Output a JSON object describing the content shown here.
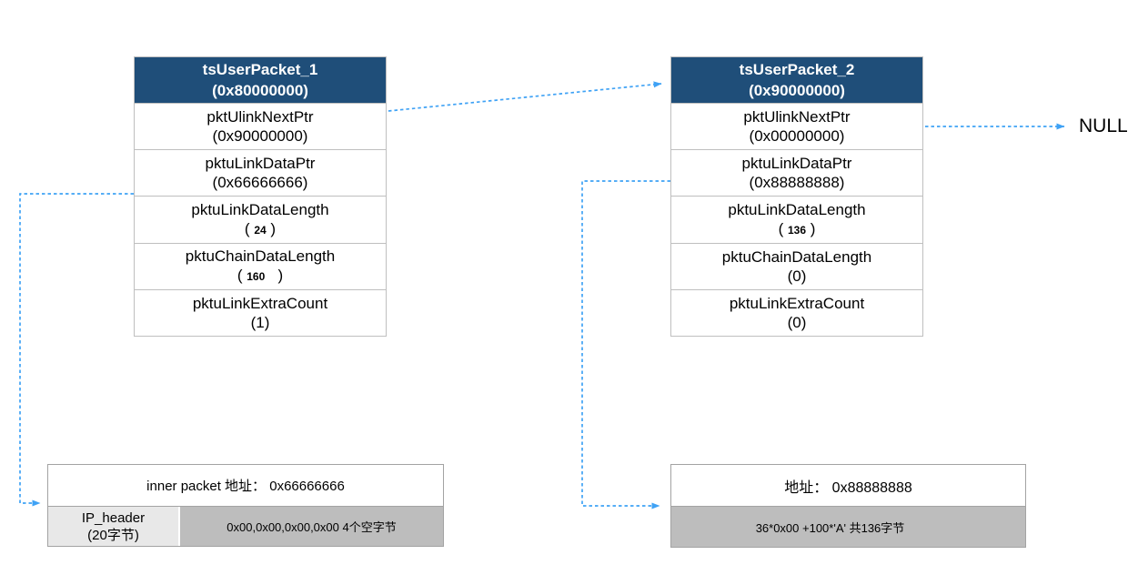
{
  "diagram": {
    "packets": [
      {
        "title_line1": "tsUserPacket_1",
        "title_line2": "(0x80000000)",
        "rows": [
          {
            "label": "pktUlinkNextPtr",
            "value": "(0x90000000)"
          },
          {
            "label": "pktuLinkDataPtr",
            "value": "(0x66666666)"
          },
          {
            "label": "pktuLinkDataLength",
            "pre": "( ",
            "num": "24",
            "post": " )"
          },
          {
            "label": "pktuChainDataLength",
            "pre": "( ",
            "num": "160",
            "post": "   )"
          },
          {
            "label": "pktuLinkExtraCount",
            "value": "(1)"
          }
        ]
      },
      {
        "title_line1": "tsUserPacket_2",
        "title_line2": "(0x90000000)",
        "rows": [
          {
            "label": "pktUlinkNextPtr",
            "value": "(0x00000000)"
          },
          {
            "label": "pktuLinkDataPtr",
            "value": "(0x88888888)"
          },
          {
            "label": "pktuLinkDataLength",
            "pre": "( ",
            "num": "136",
            "post": " )"
          },
          {
            "label": "pktuChainDataLength",
            "value": "(0)"
          },
          {
            "label": "pktuLinkExtraCount",
            "value": "(0)"
          }
        ]
      }
    ],
    "null_label": "NULL",
    "buffers": [
      {
        "title": "inner packet 地址： 0x66666666",
        "left_cell_line1": "IP_header",
        "left_cell_line2": "(20字节)",
        "data_cell": "0x00,0x00,0x00,0x00 4个空字节"
      },
      {
        "title": "地址： 0x88888888",
        "data_cell": "36*0x00 +100*'A' 共136字节"
      }
    ],
    "colors": {
      "header_bg": "#1F4E79",
      "header_text": "#FFFFFF",
      "arrow_blue": "#3FA2F5",
      "table_border": "#BFBFBF",
      "box_border": "#A3A3A3",
      "light_gray_cell": "#E8E8E8",
      "dark_gray_cell": "#BDBDBD"
    }
  }
}
